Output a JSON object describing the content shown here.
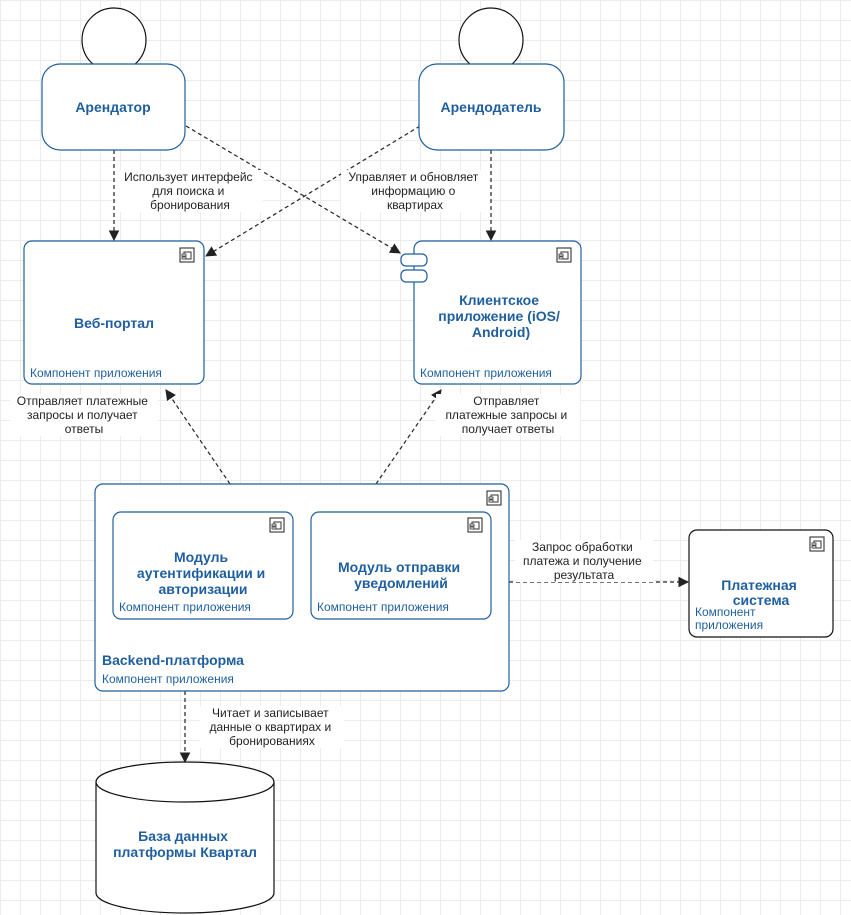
{
  "colors": {
    "accent": "#1f5f9f",
    "stroke": "#1f5f9f",
    "edge": "#222222",
    "text": "#222222",
    "black_stroke": "#111111"
  },
  "actors": {
    "tenant": "Арендатор",
    "landlord": "Арендодатель"
  },
  "components": {
    "web_portal": {
      "title": "Веб-портал",
      "type": "Компонент приложения"
    },
    "client_app": {
      "title_lines": [
        "Клиентское",
        "приложение (iOS/",
        "Android)"
      ],
      "type": "Компонент приложения"
    },
    "backend": {
      "title": "Backend-платформа",
      "type": "Компонент приложения"
    },
    "auth_module": {
      "title_lines": [
        "Модуль",
        "аутентификации и",
        "авторизации"
      ],
      "type": "Компонент приложения"
    },
    "notify_module": {
      "title_lines": [
        "Модуль отправки",
        "уведомлений"
      ],
      "type": "Компонент приложения"
    },
    "payment_system": {
      "title_lines": [
        "Платежная",
        "система"
      ],
      "type_lines": [
        "Компонент",
        "приложения"
      ]
    },
    "database": {
      "title_lines": [
        "База данных",
        "платформы Квартал"
      ]
    }
  },
  "edges": {
    "tenant_to_web": [
      "Использует интерфейс",
      "для поиска и",
      "бронирования"
    ],
    "landlord_to_app": [
      "Управляет и обновляет",
      "информацию о",
      "квартирах"
    ],
    "backend_to_web": [
      "Отправляет платежные",
      "запросы и получает",
      "ответы"
    ],
    "backend_to_app": [
      "Отправляет",
      "платежные запросы и",
      "получает ответы"
    ],
    "backend_to_payment": [
      "Запрос обработки",
      "платежа и получение",
      "результата"
    ],
    "backend_to_db": [
      "Читает и записывает",
      "данные о квартирах и",
      "бронированиях"
    ]
  }
}
